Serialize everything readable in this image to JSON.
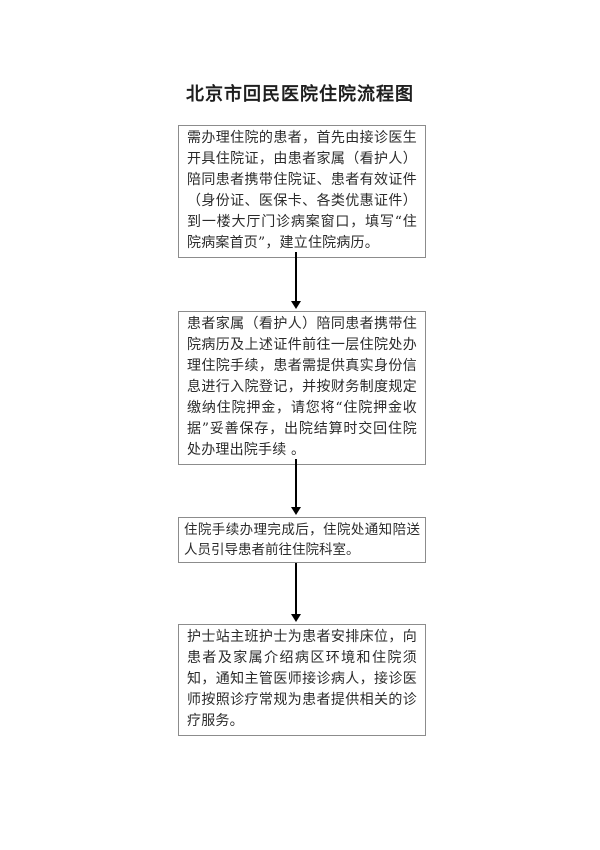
{
  "page": {
    "title": "北京市回民医院住院流程图",
    "background_color": "#ffffff"
  },
  "flowchart": {
    "direction": "top-down",
    "connector_style": "solid-vertical-arrow-down",
    "steps": [
      {
        "order": 1,
        "text": "需办理住院的患者，首先由接诊医生开具住院证，由患者家属（看护人）陪同患者携带住院证、患者有效证件（身份证、医保卡、各类优惠证件）到一楼大厅门诊病案窗口，填写“住院病案首页”，建立住院病历。"
      },
      {
        "order": 2,
        "text": "患者家属（看护人）陪同患者携带住院病历及上述证件前往一层住院处办理住院手续，患者需提供真实身份信息进行入院登记，并按财务制度规定缴纳住院押金，请您将“住院押金收据”妥善保存，出院结算时交回住院处办理出院手续 。"
      },
      {
        "order": 3,
        "text": "住院手续办理完成后，住院处通知陪送人员引导患者前往住院科室。"
      },
      {
        "order": 4,
        "text": "护士站主班护士为患者安排床位，向患者及家属介绍病区环境和住院须知，通知主管医师接诊病人，接诊医师按照诊疗常规为患者提供相关的诊疗服务。"
      }
    ]
  },
  "colors": {
    "background": "#ffffff",
    "box_border": "#8c8c8c",
    "text": "#2b2b2b",
    "arrow": "#000000"
  }
}
